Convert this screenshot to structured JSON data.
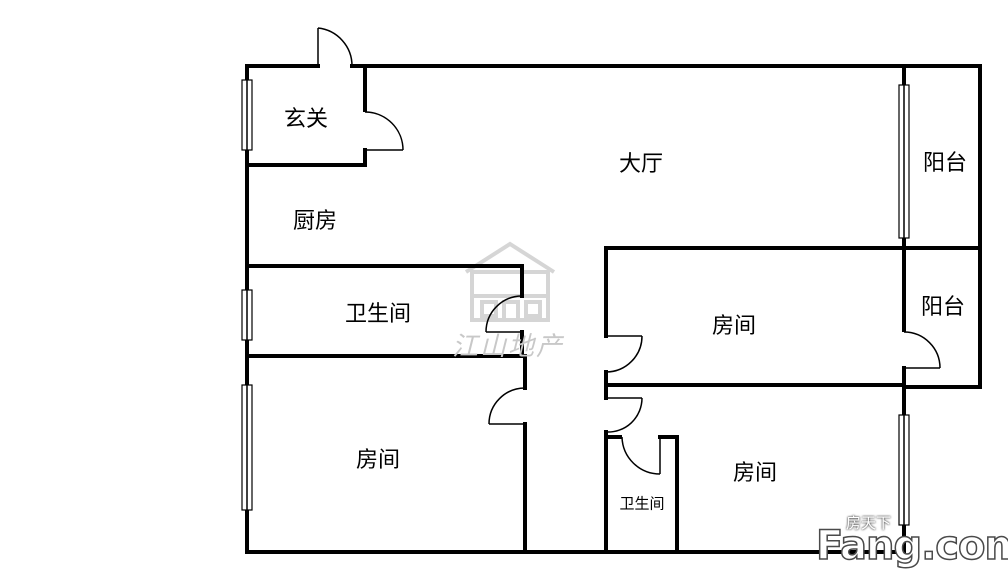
{
  "rooms": {
    "entrance": "玄关",
    "living": "大厅",
    "balcony_top": "阳台",
    "kitchen": "厨房",
    "bathroom_main": "卫生间",
    "bedroom_middle": "房间",
    "balcony_right": "阳台",
    "bedroom_left": "房间",
    "bathroom_small": "卫生间",
    "bedroom_right": "房间"
  },
  "watermark": {
    "logo_icon": "house-icon",
    "text": "江山地产"
  },
  "brand": {
    "cn": "房天下",
    "en": "Fang.com"
  }
}
